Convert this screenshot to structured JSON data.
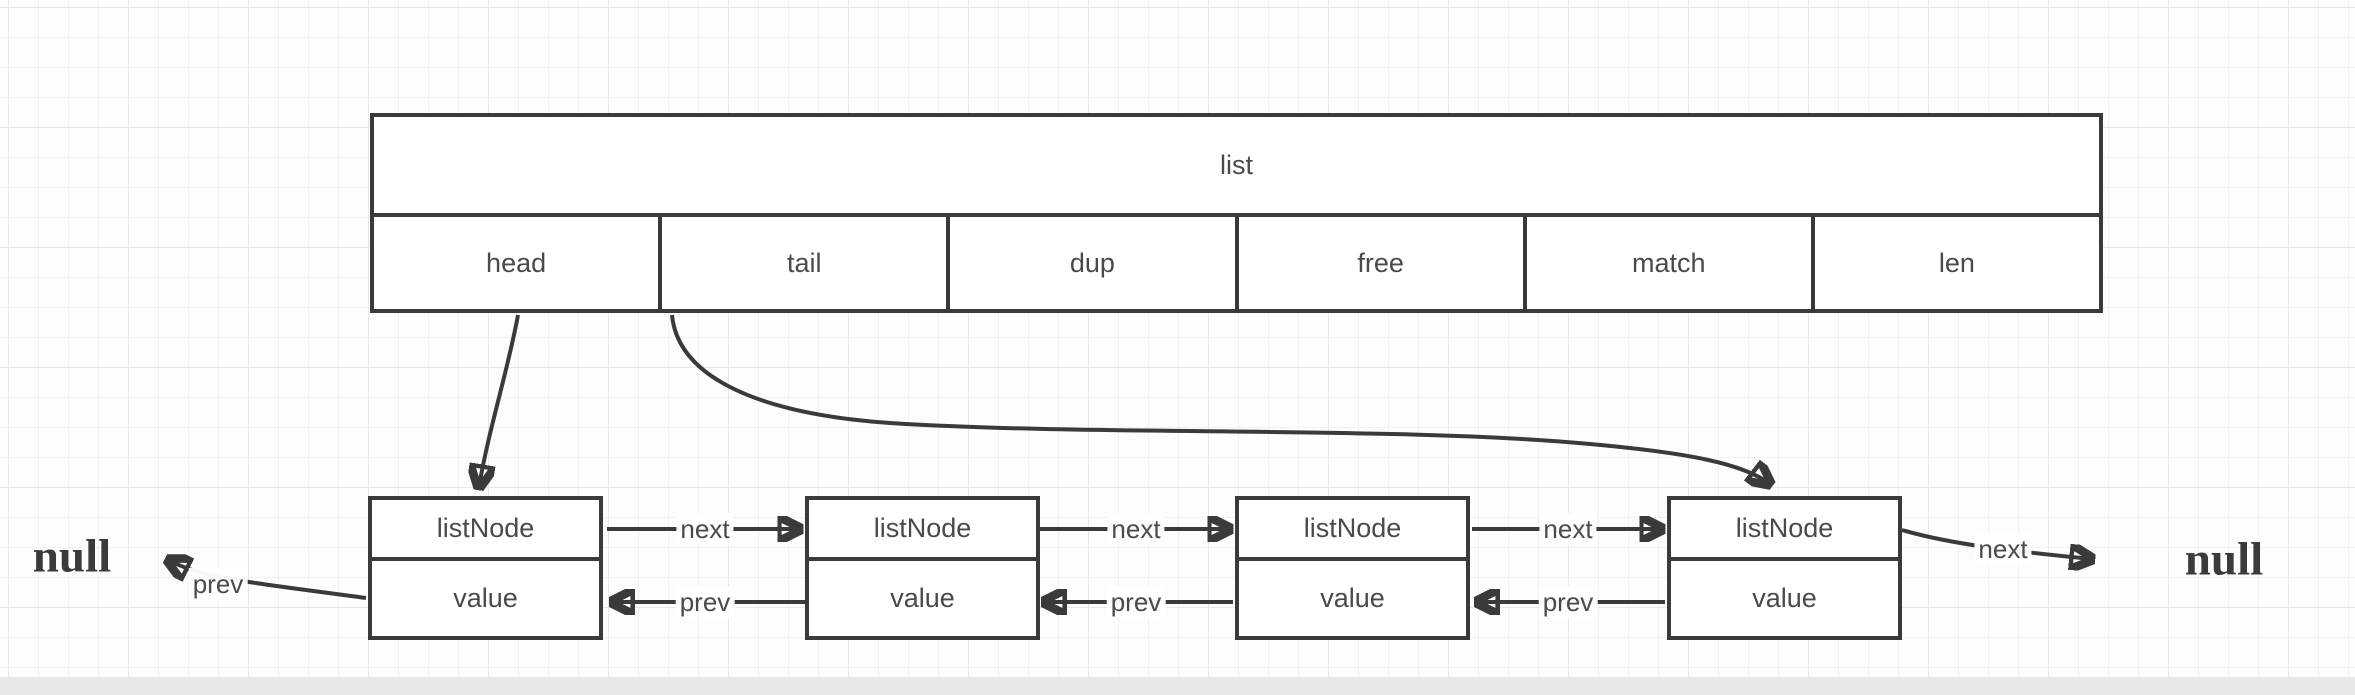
{
  "canvas": {
    "shape_border_color": "#3a3a3a",
    "text_color": "#4a4a4a",
    "grid_minor_color": "#f2f2f2",
    "grid_major_color": "#e7e7e7",
    "bottom_band_color": "#e8e8e8"
  },
  "list_struct": {
    "title": "list",
    "fields": [
      "head",
      "tail",
      "dup",
      "free",
      "match",
      "len"
    ]
  },
  "nodes": [
    {
      "title": "listNode",
      "value": "value"
    },
    {
      "title": "listNode",
      "value": "value"
    },
    {
      "title": "listNode",
      "value": "value"
    },
    {
      "title": "listNode",
      "value": "value"
    }
  ],
  "edges": {
    "next_label": "next",
    "prev_label": "prev"
  },
  "terminals": {
    "left": "null",
    "right": "null"
  }
}
